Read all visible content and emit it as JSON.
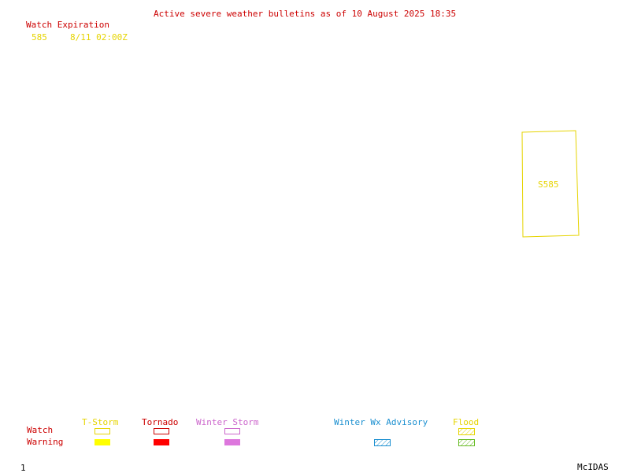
{
  "header": {
    "bulletin_title": "Active severe weather bulletins as of 10 August 2025 18:35"
  },
  "watch_panel": {
    "heading": "Watch Expiration",
    "entries": [
      {
        "number": "585",
        "expires": "8/11 02:00Z"
      }
    ]
  },
  "map": {
    "watch_polygons": [
      {
        "label": "S585",
        "color": "#e6d400"
      }
    ]
  },
  "legend": {
    "row_labels": {
      "watch": "Watch",
      "warning": "Warning"
    },
    "categories": {
      "tstorm": {
        "label": "T-Storm",
        "color": "#e6d400"
      },
      "tornado": {
        "label": "Tornado",
        "color": "#cc0000"
      },
      "winter_storm": {
        "label": "Winter Storm",
        "color": "#cc66cc"
      },
      "winter_advisory": {
        "label": "Winter Wx Advisory",
        "color": "#1a8fd0"
      },
      "flood": {
        "label": "Flood",
        "color": "#e6d400"
      }
    }
  },
  "footer": {
    "frame_number": "1",
    "branding": "McIDAS"
  }
}
